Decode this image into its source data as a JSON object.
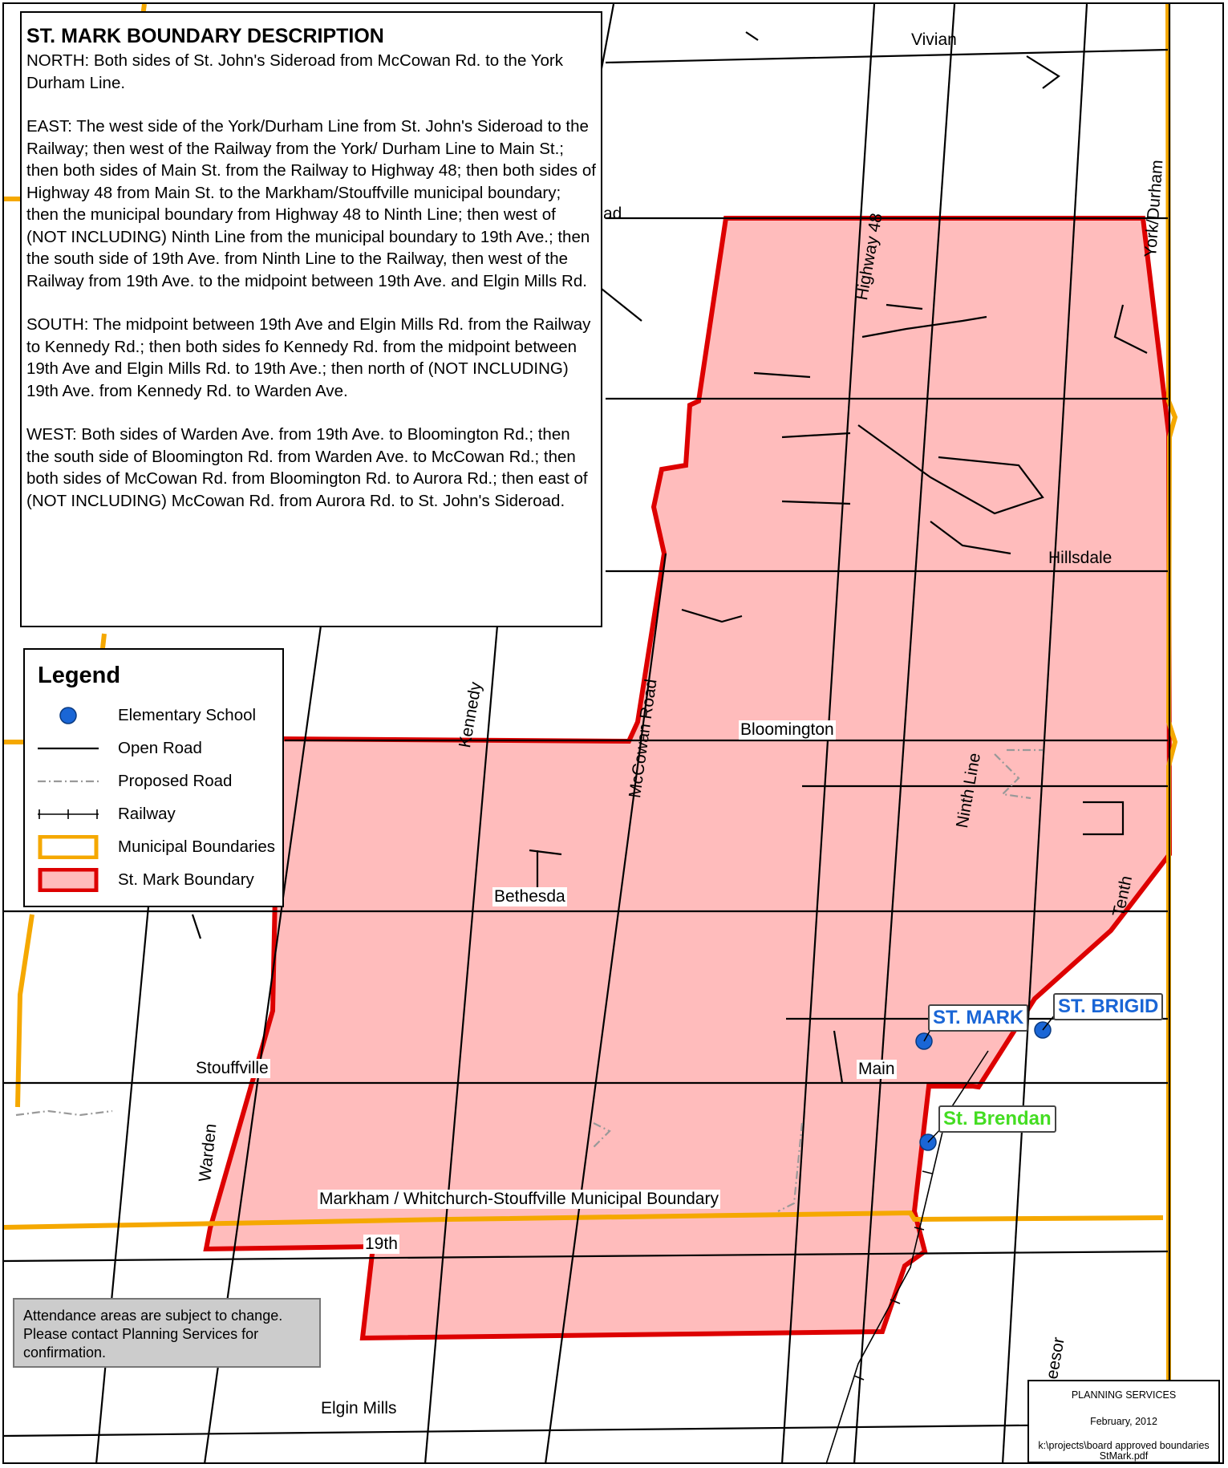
{
  "description": {
    "title": "ST. MARK BOUNDARY DESCRIPTION",
    "paragraphs": [
      "NORTH: Both sides of St. John's Sideroad from McCowan Rd. to the York Durham Line.",
      "EAST: The west side of the York/Durham Line from St. John's Sideroad to the Railway; then west of the Railway from the York/ Durham Line to Main St.; then both sides of Main St. from the Railway to Highway 48; then both sides of Highway 48 from Main St. to the Markham/Stouffville municipal boundary; then the municipal boundary from Highway 48 to Ninth Line; then west of (NOT INCLUDING) Ninth Line from the municipal boundary to 19th Ave.; then the south side of 19th Ave. from Ninth Line to the Railway, then west of  the Railway from 19th Ave. to the midpoint between 19th Ave. and Elgin Mills Rd.",
      "SOUTH: The midpoint between 19th Ave and Elgin Mills Rd. from the Railway to Kennedy Rd.; then both sides fo Kennedy Rd. from the midpoint between 19th Ave and Elgin Mills Rd. to 19th Ave.; then north of (NOT INCLUDING) 19th Ave. from Kennedy Rd. to Warden Ave.",
      "WEST: Both sides of Warden Ave. from 19th Ave. to Bloomington Rd.; then the south side of Bloomington Rd. from Warden Ave. to McCowan Rd.; then both sides of McCowan Rd. from Bloomington Rd. to Aurora Rd.; then east of (NOT INCLUDING) McCowan Rd. from Aurora Rd. to St. John's Sideroad."
    ]
  },
  "legend": {
    "title": "Legend",
    "items": [
      {
        "label": "Elementary School",
        "symbol": "blue-dot-icon"
      },
      {
        "label": "Open Road",
        "symbol": "solid-line-icon"
      },
      {
        "label": "Proposed Road",
        "symbol": "dash-dot-line-icon"
      },
      {
        "label": "Railway",
        "symbol": "railway-line-icon"
      },
      {
        "label": "Municipal Boundaries",
        "symbol": "orange-outline-box-icon"
      },
      {
        "label": "St. Mark Boundary",
        "symbol": "red-filled-box-icon"
      }
    ]
  },
  "road_labels": {
    "vivian": "Vivian",
    "ad": "ad",
    "highway48": "Highway 48",
    "york_durham": "York/Durham",
    "hillsdale": "Hillsdale",
    "kennedy": "Kennedy",
    "mccowan": "McCowan Road",
    "bloomington": "Bloomington",
    "ninth_line": "Ninth Line",
    "tenth": "Tenth",
    "bethesda": "Bethesda",
    "stouffville": "Stouffville",
    "main": "Main",
    "warden": "Warden",
    "municipal_boundary": "Markham / Whitchurch-Stouffville Municipal Boundary",
    "nineteenth": "19th",
    "reesor": "eesor",
    "elgin_mills": "Elgin Mills"
  },
  "schools": [
    {
      "name": "ST. MARK",
      "color": "#1a66d6"
    },
    {
      "name": "ST. BRIGID",
      "color": "#1a66d6"
    },
    {
      "name": "St. Brendan",
      "color": "#44dd22"
    }
  ],
  "note": "Attendance areas are subject to change. Please contact Planning Services for confirmation.",
  "credit": {
    "org": "PLANNING SERVICES",
    "date": "February, 2012",
    "path": "k:\\projects\\board approved boundaries",
    "file": "StMark.pdf"
  },
  "colors": {
    "boundary_fill": "#ffbcbc",
    "boundary_stroke": "#dd0000",
    "municipal": "#f5a800",
    "school_dot": "#1a66d6",
    "proposed_road": "#999999"
  }
}
